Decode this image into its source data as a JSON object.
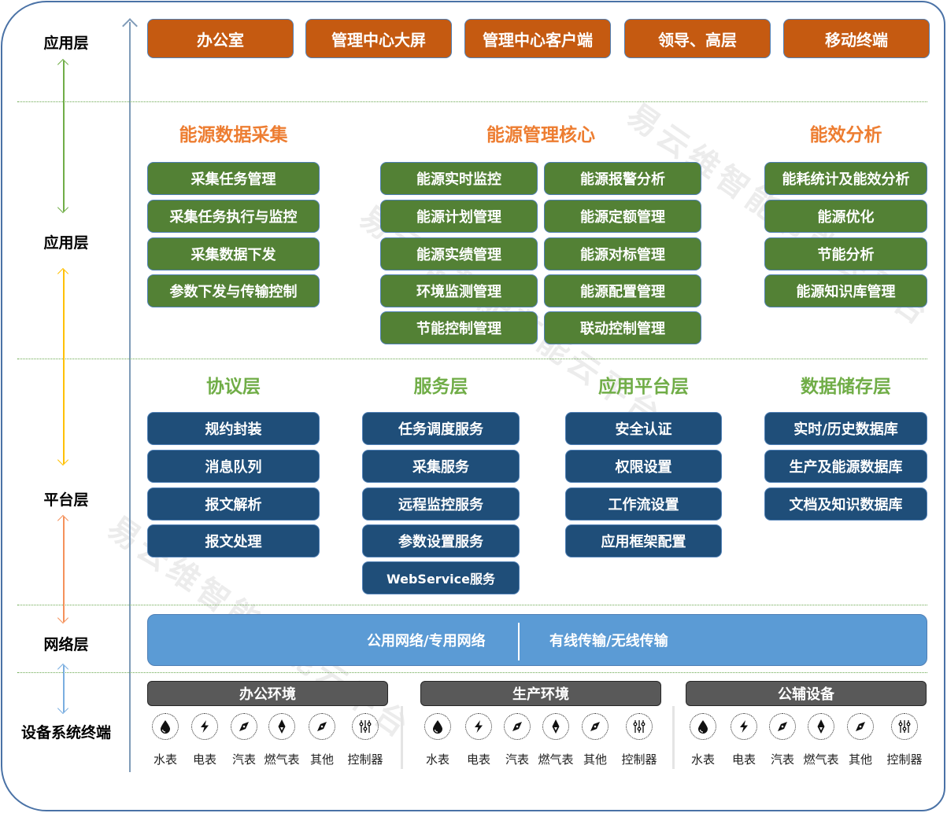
{
  "layers": {
    "app_top": "应用层",
    "app_mid": "应用层",
    "platform": "平台层",
    "network": "网络层",
    "device": "设备系统终端"
  },
  "top_buttons": [
    "办公室",
    "管理中心大屏",
    "管理中心客户端",
    "领导、高层",
    "移动终端"
  ],
  "application": {
    "collection": {
      "title": "能源数据采集",
      "items": [
        "采集任务管理",
        "采集任务执行与监控",
        "采集数据下发",
        "参数下发与传输控制"
      ]
    },
    "core": {
      "title": "能源管理核心",
      "left_items": [
        "能源实时监控",
        "能源计划管理",
        "能源实绩管理",
        "环境监测管理",
        "节能控制管理"
      ],
      "right_items": [
        "能源报警分析",
        "能源定额管理",
        "能源对标管理",
        "能源配置管理",
        "联动控制管理"
      ]
    },
    "efficiency": {
      "title": "能效分析",
      "items": [
        "能耗统计及能效分析",
        "能源优化",
        "节能分析",
        "能源知识库管理"
      ]
    }
  },
  "platform": {
    "protocol": {
      "title": "协议层",
      "items": [
        "规约封装",
        "消息队列",
        "报文解析",
        "报文处理"
      ]
    },
    "service": {
      "title": "服务层",
      "items": [
        "任务调度服务",
        "采集服务",
        "远程监控服务",
        "参数设置服务",
        "WebService服务"
      ]
    },
    "app_platform": {
      "title": "应用平台层",
      "items": [
        "安全认证",
        "权限设置",
        "工作流设置",
        "应用框架配置"
      ]
    },
    "storage": {
      "title": "数据储存层",
      "items": [
        "实时/历史数据库",
        "生产及能源数据库",
        "文档及知识数据库"
      ]
    }
  },
  "network": {
    "left": "公用网络/专用网络",
    "right": "有线传输/无线传输"
  },
  "devices": {
    "groups": [
      {
        "title": "办公环境",
        "items": [
          "水表",
          "电表",
          "汽表",
          "燃气表",
          "其他",
          "控制器"
        ]
      },
      {
        "title": "生产环境",
        "items": [
          "水表",
          "电表",
          "汽表",
          "燃气表",
          "其他",
          "控制器"
        ]
      },
      {
        "title": "公辅设备",
        "items": [
          "水表",
          "电表",
          "汽表",
          "燃气表",
          "其他",
          "控制器"
        ]
      }
    ],
    "icons": [
      "water-drop-icon",
      "lightning-icon",
      "compass-icon",
      "gas-flame-icon",
      "compass-icon",
      "sliders-icon"
    ]
  },
  "watermark": "易云维智能节能云平台",
  "colors": {
    "orange": "#c55a11",
    "title_orange": "#ed7d31",
    "green": "#538135",
    "title_green": "#70ad47",
    "navy": "#1f4e79",
    "network_blue": "#5b9bd5",
    "device_gray": "#595959"
  }
}
